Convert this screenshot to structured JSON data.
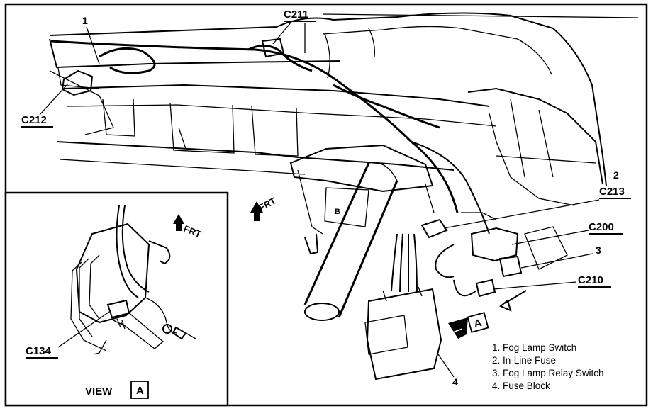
{
  "callouts": {
    "c211": "C211",
    "c212": "C212",
    "c213": "C213",
    "c200": "C200",
    "c210": "C210",
    "c134": "C134",
    "n1": "1",
    "n2": "2",
    "n3": "3",
    "n4": "4"
  },
  "frt_main": "FRT",
  "frt_inset": "FRT",
  "view": {
    "label": "VIEW",
    "letter": "A"
  },
  "view_arrow_letter": "A",
  "legend": [
    "1.  Fog Lamp Switch",
    "2.  In-Line Fuse",
    "3.  Fog Lamp Relay Switch",
    "4.  Fuse Block"
  ]
}
